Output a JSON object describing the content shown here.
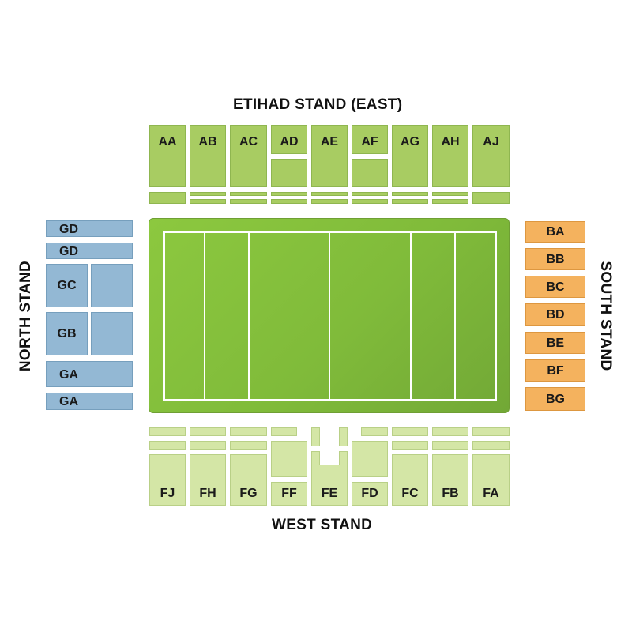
{
  "stands": {
    "east": "ETIHAD STAND (EAST)",
    "west": "WEST STAND",
    "north": "NORTH STAND",
    "south": "SOUTH STAND"
  },
  "east_blocks": [
    "AA",
    "AB",
    "AC",
    "AD",
    "AE",
    "AF",
    "AG",
    "AH",
    "AJ"
  ],
  "west_blocks": [
    "FJ",
    "FH",
    "FG",
    "FF",
    "FE",
    "FD",
    "FC",
    "FB",
    "FA"
  ],
  "north_blocks": [
    "GD",
    "GD",
    "GC",
    "GB",
    "GA",
    "GA"
  ],
  "south_blocks": [
    "BA",
    "BB",
    "BC",
    "BD",
    "BE",
    "BF",
    "BG"
  ],
  "colors": {
    "east": "#a8cc62",
    "west": "#d4e6a6",
    "north": "#93b8d4",
    "south": "#f4b25e",
    "pitch": "#80bb3a"
  }
}
